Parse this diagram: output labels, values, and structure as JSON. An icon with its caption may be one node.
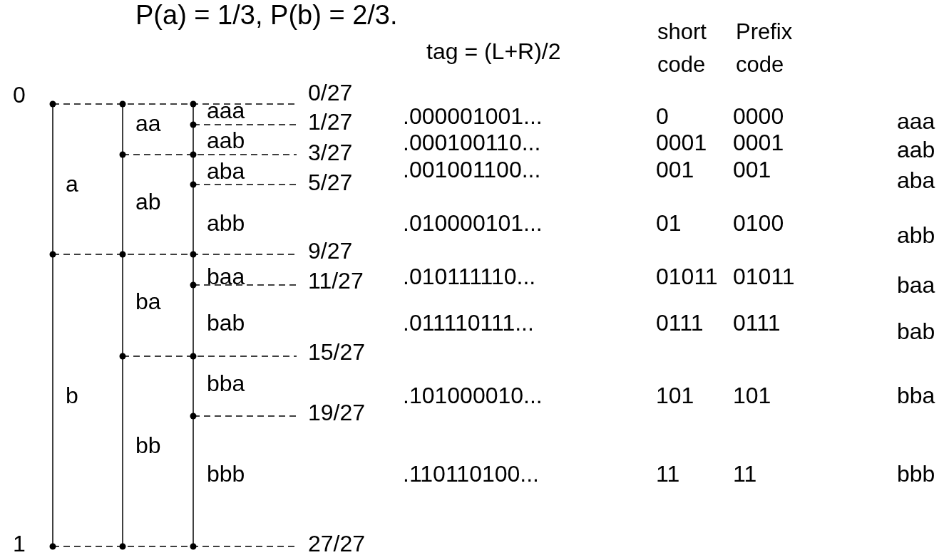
{
  "diagram": {
    "title": "P(a) = 1/3, P(b) = 2/3.",
    "labels": [
      "tag = (L+R)/2",
      "short code",
      "Prefix code",
      "0",
      "1",
      "a",
      "b",
      "aa",
      "ab",
      "ba",
      "bb",
      "aaa",
      "aab",
      "aba",
      "abb",
      "baa",
      "bab",
      "bba",
      "bbb",
      "0/27",
      "1/27",
      "3/27",
      "5/27",
      "9/27",
      "11/27",
      "15/27",
      "19/27",
      "27/27",
      ".000001001...",
      "0",
      "0000",
      "aaa",
      ".000100110...",
      "0001",
      "0001",
      "aab",
      ".001001100...",
      "001",
      "001",
      "aba",
      ".010000101...",
      "01",
      "0100",
      "abb",
      ".010111110...",
      "01011",
      "01011",
      "baa",
      ".011110111...",
      "0111",
      "0111",
      "bab",
      ".101000010...",
      "101",
      "101",
      "bba",
      ".110110100...",
      "11",
      "11",
      "bbb"
    ]
  }
}
